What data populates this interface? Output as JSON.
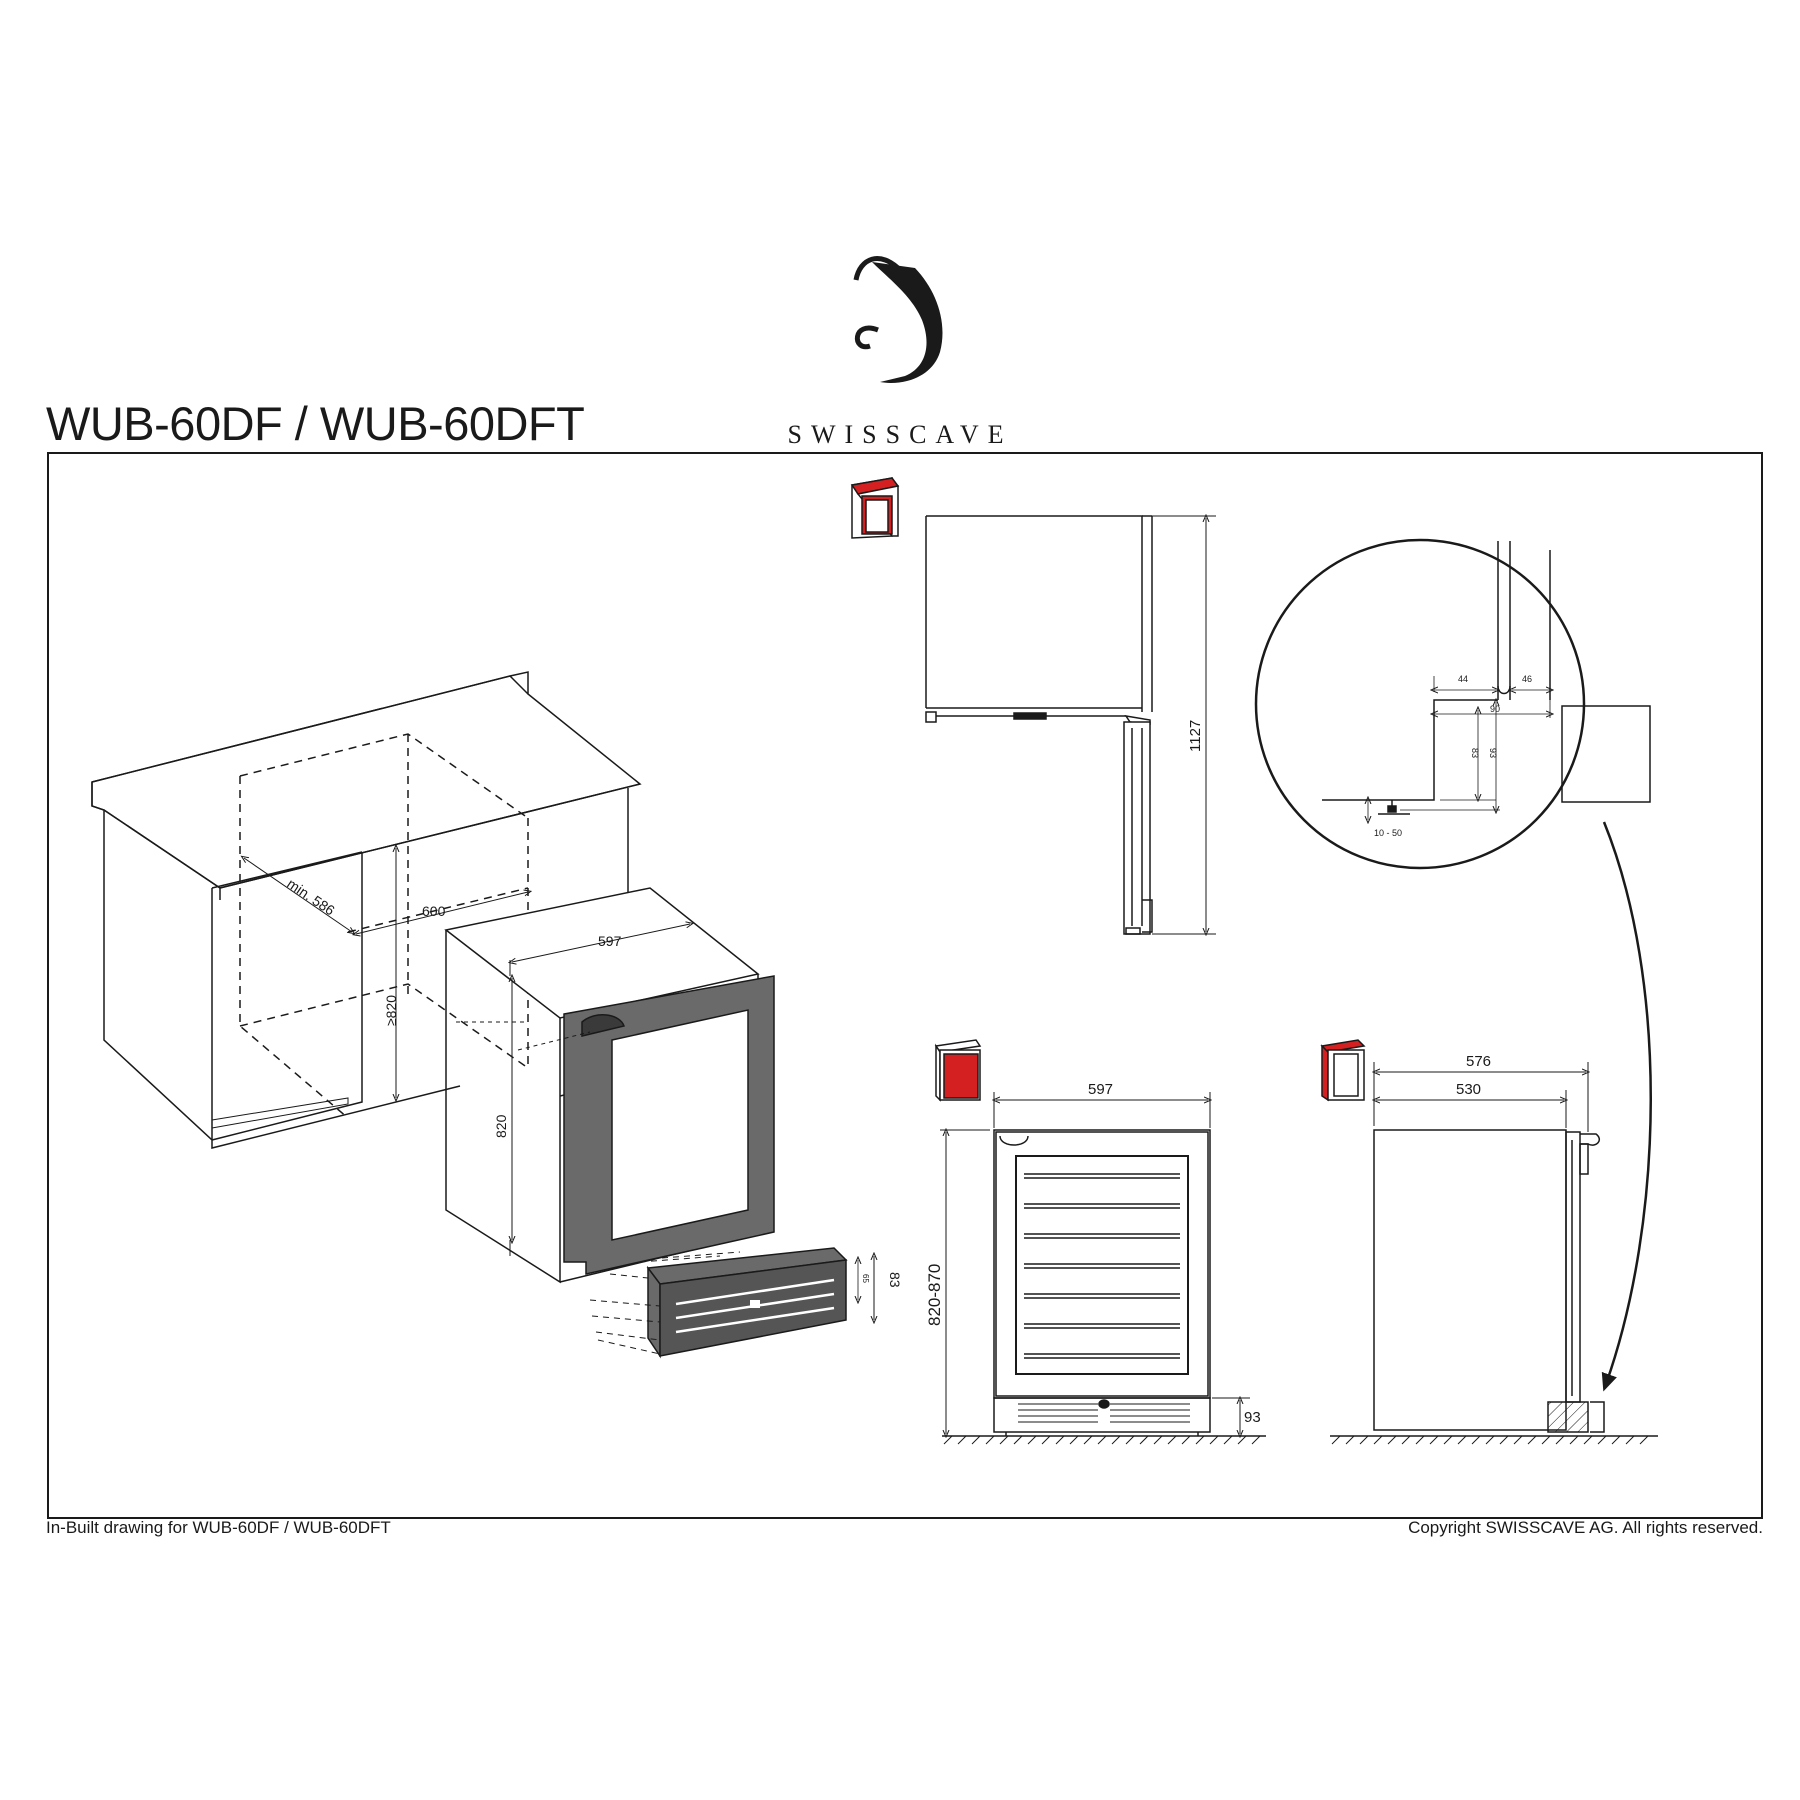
{
  "header": {
    "model_title": "WUB-60DF / WUB-60DFT",
    "brand_name": "SWISSCAVE",
    "logo_icon": "swisscave-s-logo"
  },
  "footer": {
    "left_caption": "In-Built drawing for WUB-60DF / WUB-60DFT",
    "right_caption": "Copyright SWISSCAVE AG. All rights reserved."
  },
  "colors": {
    "line": "#1a1a1a",
    "door_panel": "#6a6a6a",
    "accent_red": "#d42020"
  },
  "views": {
    "isometric": {
      "min_depth": "min. 586",
      "niche_width": "600",
      "niche_height": "≥820",
      "unit_width": "597",
      "unit_height": "820",
      "plinth_height": "83",
      "plinth_small": "65"
    },
    "top_view": {
      "open_door_depth": "1127"
    },
    "detail": {
      "d44": "44",
      "d46": "46",
      "d90": "90",
      "d83": "83",
      "d93": "93",
      "range": "10 - 50"
    },
    "front_view": {
      "width": "597",
      "height": "820-870",
      "plinth": "93"
    },
    "side_view": {
      "depth_total": "576",
      "depth_body": "530"
    }
  }
}
